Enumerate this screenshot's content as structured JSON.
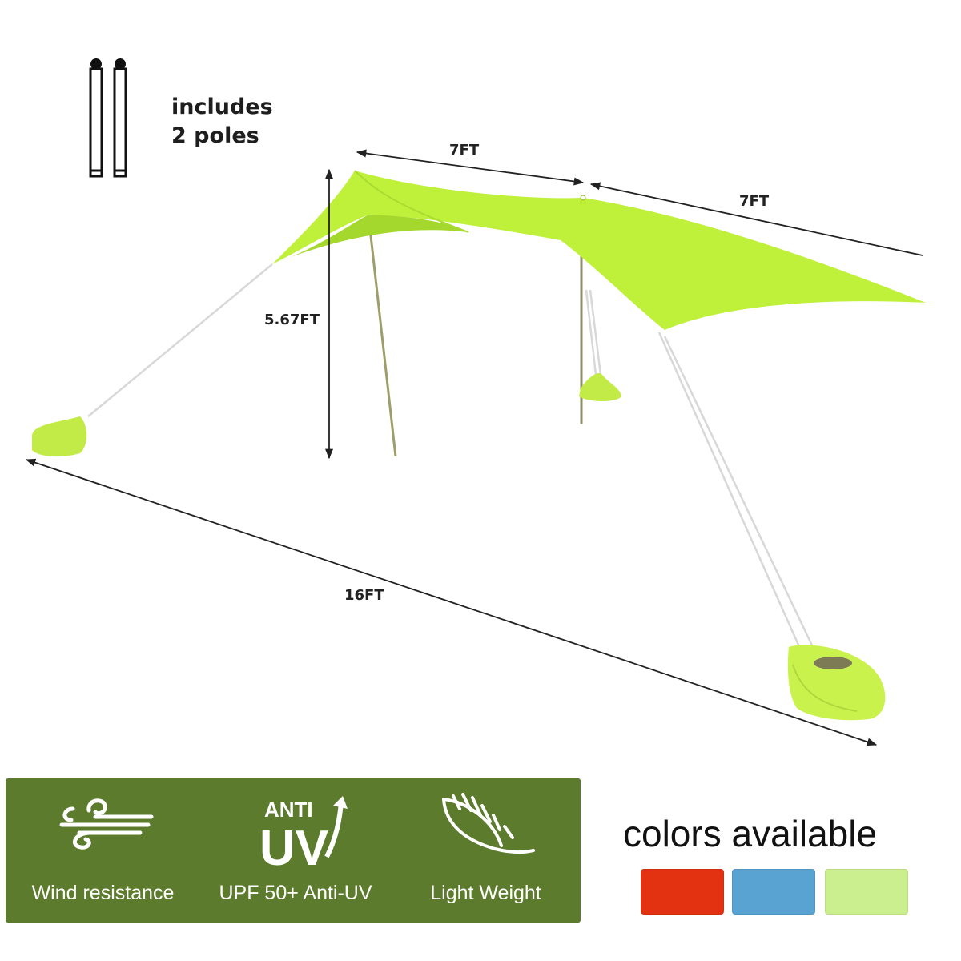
{
  "poles_note": {
    "line1": "includes",
    "line2": "2 poles"
  },
  "dimensions": {
    "top_width": "7FT",
    "top_depth": "7FT",
    "height": "5.67FT",
    "footprint": "16FT"
  },
  "features": [
    {
      "label": "Wind resistance",
      "icon": "wind-icon"
    },
    {
      "label": "UPF 50+ Anti-UV",
      "icon": "anti-uv-icon",
      "badge_top": "ANTI",
      "badge_main": "UV"
    },
    {
      "label": "Light Weight",
      "icon": "feather-icon"
    }
  ],
  "colors": {
    "title": "colors available",
    "swatches": [
      {
        "name": "red",
        "hex": "#e23212"
      },
      {
        "name": "blue",
        "hex": "#58a3d2"
      },
      {
        "name": "lime",
        "hex": "#cbef8e"
      }
    ]
  },
  "palette": {
    "canopy": "#bff03a",
    "feature_bar": "#5c7b2c"
  }
}
